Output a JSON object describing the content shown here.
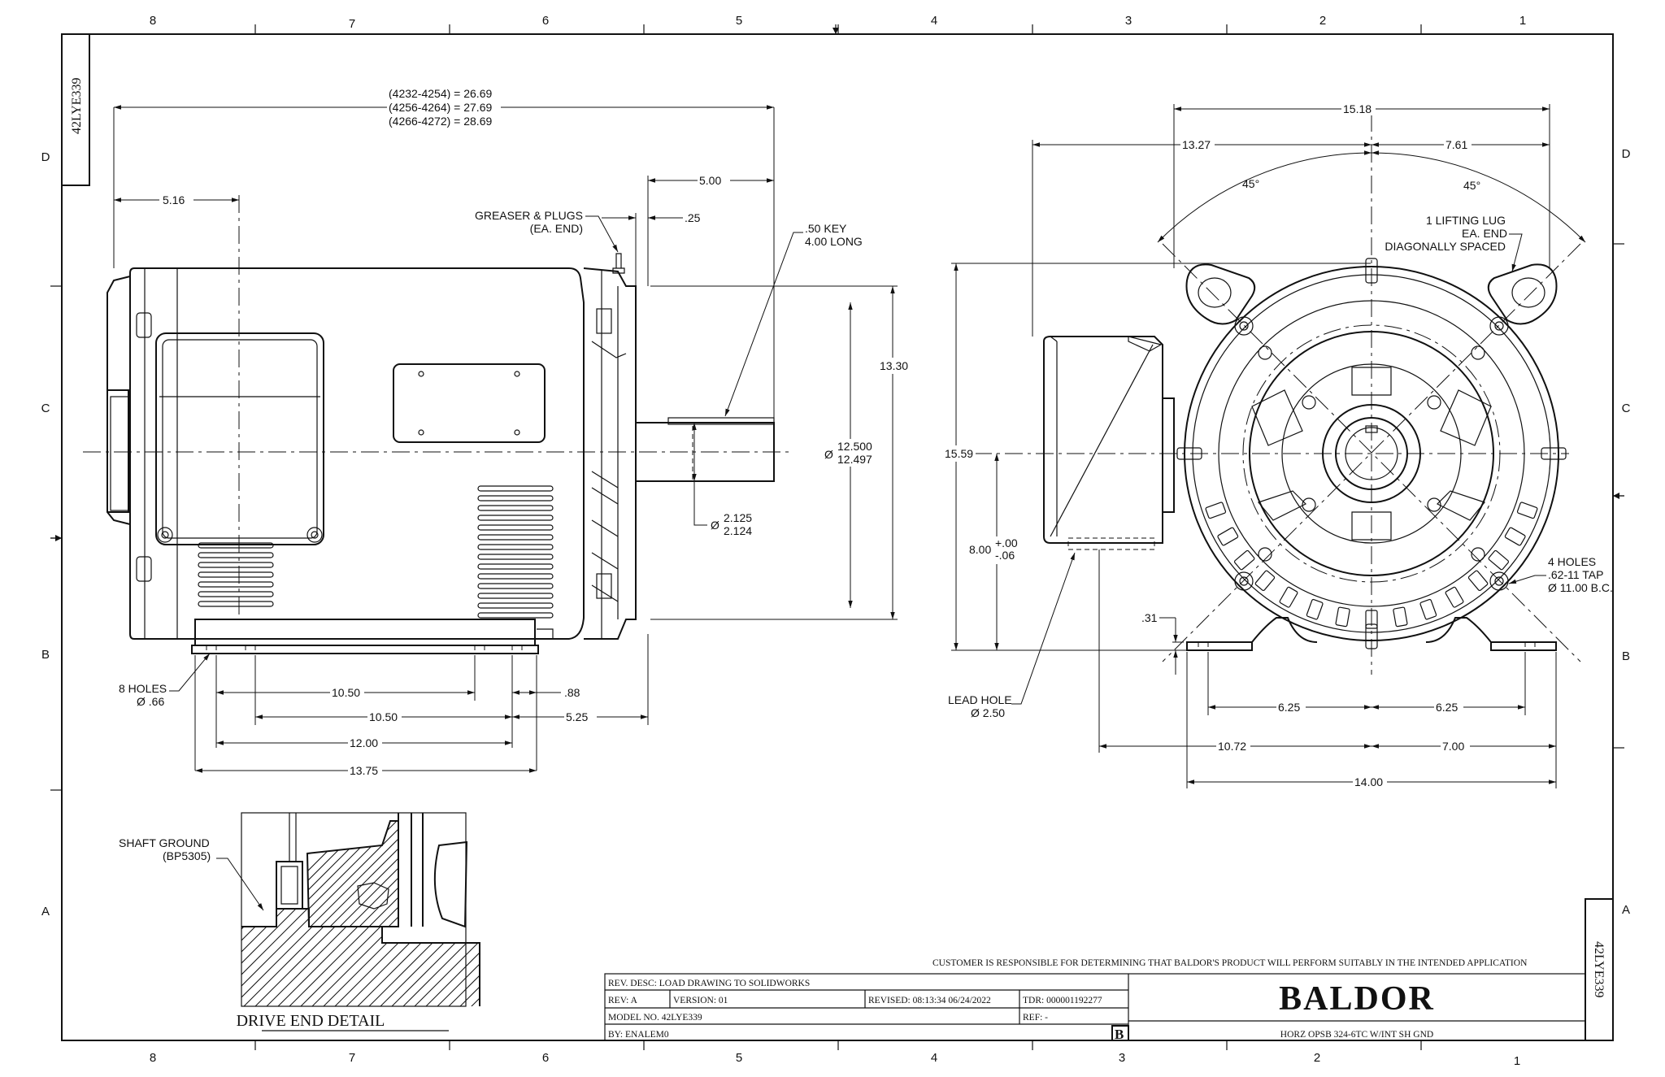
{
  "zones": {
    "columns": [
      "8",
      "7",
      "6",
      "5",
      "4",
      "3",
      "2",
      "1"
    ],
    "rows": [
      "D",
      "C",
      "B",
      "A"
    ]
  },
  "drawing_number_tab": "42LYE339",
  "side_view": {
    "overall_length_lines": [
      "(4232-4254) = 26.69",
      "(4256-4264) = 27.69",
      "(4266-4272) = 28.69"
    ],
    "dim_516": "5.16",
    "dim_500": "5.00",
    "dim_025": ".25",
    "greaser_label": [
      "GREASER & PLUGS",
      "(EA. END)"
    ],
    "key_label": [
      ".50 KEY",
      "4.00 LONG"
    ],
    "dim_1330": "13.30",
    "pilot_dia": [
      "12.500",
      "12.497"
    ],
    "shaft_dia": [
      "2.125",
      "2.124"
    ],
    "holes_label": [
      "8 HOLES",
      "Ø .66"
    ],
    "dim_1050a": "10.50",
    "dim_088": ".88",
    "dim_1050b": "10.50",
    "dim_525": "5.25",
    "dim_1200": "12.00",
    "dim_1375": "13.75"
  },
  "end_view": {
    "dim_1518": "15.18",
    "dim_1327": "13.27",
    "dim_761": "7.61",
    "angle_left": "45°",
    "angle_right": "45°",
    "lug_label": [
      "1 LIFTING LUG",
      "EA. END",
      "DIAGONALLY SPACED"
    ],
    "dim_1559": "15.59",
    "dim_800": "8.00",
    "tol_800": [
      "+.00",
      "-.06"
    ],
    "dim_031": ".31",
    "tap_label": [
      "4 HOLES",
      ".62-11 TAP",
      "Ø 11.00 B.C."
    ],
    "lead_label": [
      "LEAD HOLE",
      "Ø 2.50"
    ],
    "dim_625a": "6.25",
    "dim_625b": "6.25",
    "dim_1072": "10.72",
    "dim_700": "7.00",
    "dim_1400": "14.00"
  },
  "detail": {
    "shaft_ground": [
      "SHAFT GROUND",
      "(BP5305)"
    ],
    "title": "DRIVE  END  DETAIL"
  },
  "title_block": {
    "disclaimer": "CUSTOMER IS RESPONSIBLE FOR DETERMINING THAT BALDOR'S PRODUCT WILL PERFORM SUITABLY IN THE INTENDED APPLICATION",
    "rev_desc": "REV. DESC: LOAD DRAWING TO SOLIDWORKS",
    "rev": "REV:  A",
    "version": "VERSION:  01",
    "revised": "REVISED:  08:13:34 06/24/2022",
    "tdr": "TDR: 000001192277",
    "model": "MODEL NO.  42LYE339",
    "ref": "REF:  -",
    "by": "BY: ENALEM0",
    "size_letter": "B",
    "logo": "BALDOR",
    "description": "HORZ OPSB 324-6TC W/INT SH GND",
    "side_tab": "42LYE339"
  }
}
